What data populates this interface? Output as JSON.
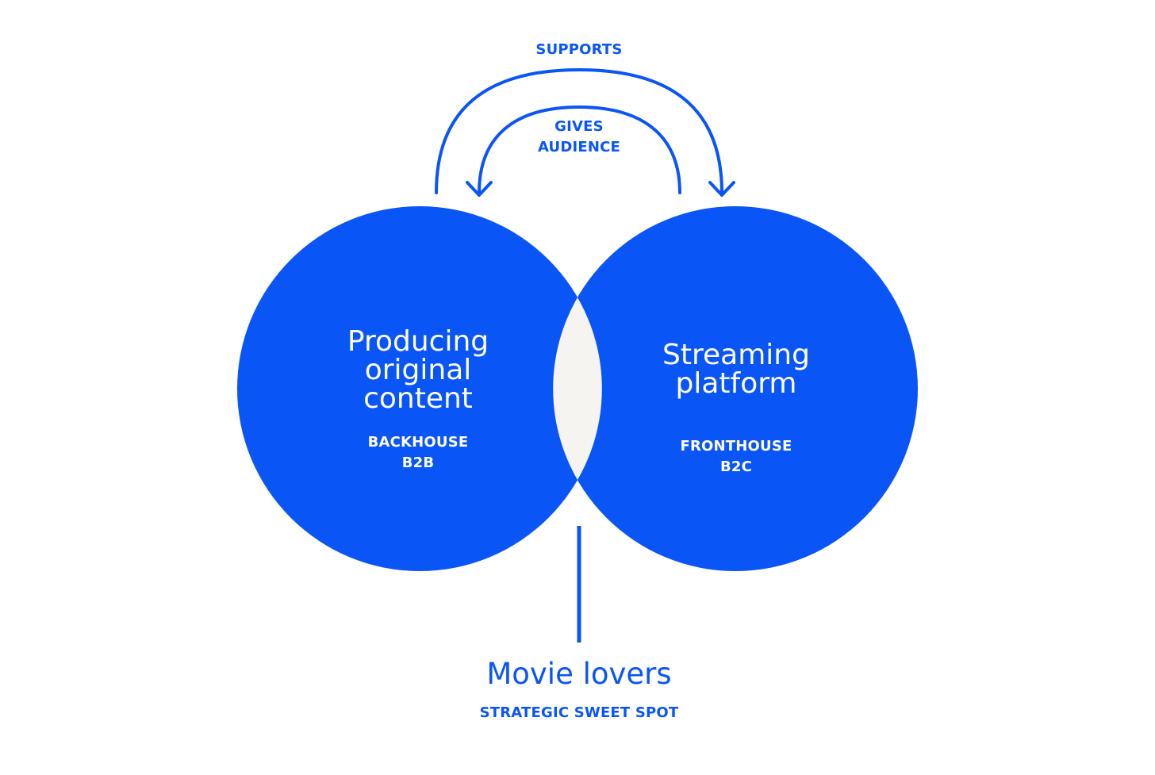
{
  "colors": {
    "primary_blue": "#0a55f5",
    "overlap_fill": "#f5f4f0",
    "background": "#ffffff",
    "circle_text": "#ffffff"
  },
  "arrows": {
    "outer": {
      "label": "SUPPORTS",
      "direction": "left-circle-to-right-circle"
    },
    "inner": {
      "label_line1": "GIVES",
      "label_line2": "AUDIENCE",
      "direction": "right-circle-to-left-circle"
    }
  },
  "left_circle": {
    "title_line1": "Producing",
    "title_line2": "original",
    "title_line3": "content",
    "sub_line1": "BACKHOUSE",
    "sub_line2": "B2B"
  },
  "right_circle": {
    "title_line1": "Streaming",
    "title_line2": "platform",
    "sub_line1": "FRONTHOUSE",
    "sub_line2": "B2C"
  },
  "intersection": {
    "title": "Movie lovers",
    "subtitle": "STRATEGIC SWEET SPOT"
  }
}
